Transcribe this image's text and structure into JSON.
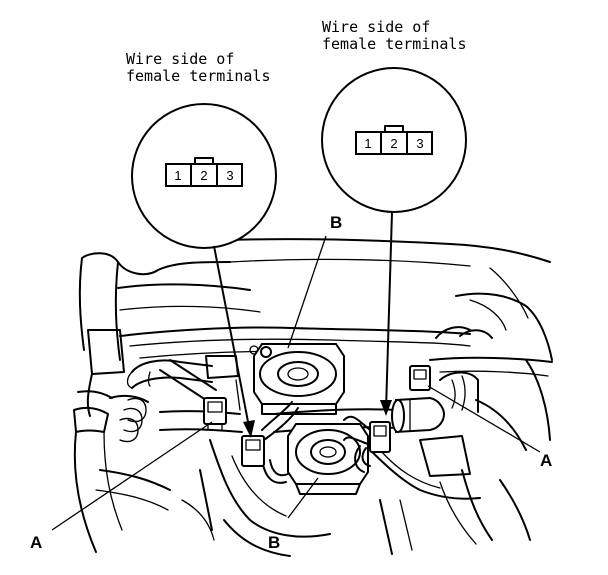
{
  "diagram": {
    "captions": {
      "left_line1": "Wire side of",
      "left_line2": "female terminals",
      "right_line1": "Wire side of",
      "right_line2": "female terminals"
    },
    "connector_left": {
      "pins": [
        "1",
        "2",
        "3"
      ]
    },
    "connector_right": {
      "pins": [
        "1",
        "2",
        "3"
      ]
    },
    "callouts": {
      "a_left": "A",
      "a_right": "A",
      "b_top": "B",
      "b_bottom": "B"
    }
  }
}
